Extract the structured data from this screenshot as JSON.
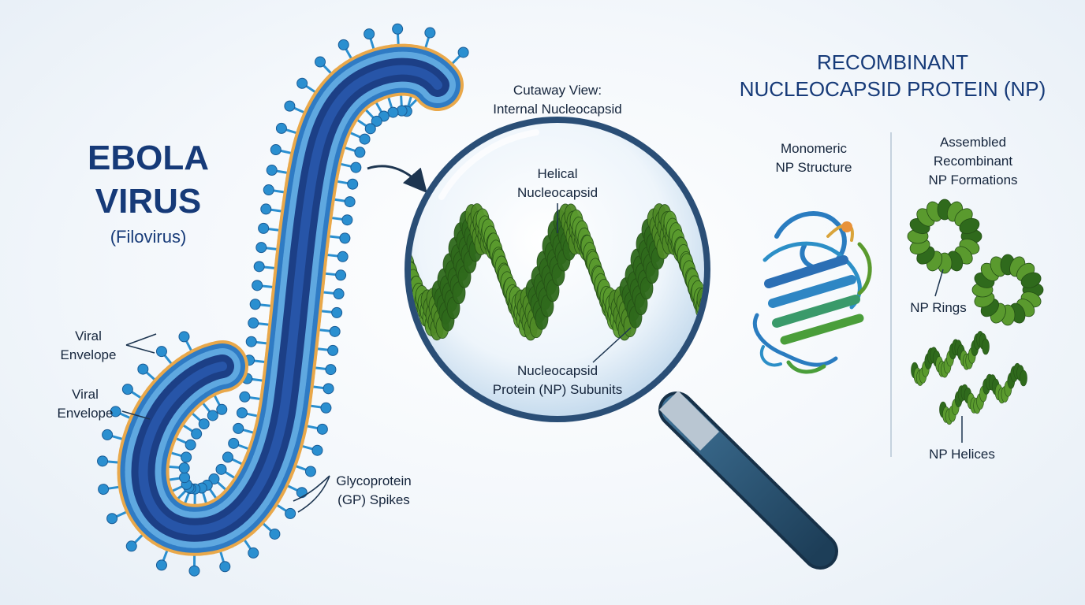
{
  "virus": {
    "title_line1": "EBOLA",
    "title_line2": "VIRUS",
    "subtitle": "(Filovirus)",
    "label_envelope_a_1": "Viral",
    "label_envelope_a_2": "Envelope",
    "label_envelope_b_1": "Viral",
    "label_envelope_b_2": "Envelope",
    "label_gp_1": "Glycoprotein",
    "label_gp_2": "(GP) Spikes"
  },
  "cutaway": {
    "title_1": "Cutaway View:",
    "title_2": "Internal Nucleocapsid",
    "helical_1": "Helical",
    "helical_2": "Nucleocapsid",
    "np_1": "Nucleocapsid",
    "np_2": "Protein (NP) Subunits"
  },
  "recombinant": {
    "title_1": "RECOMBINANT",
    "title_2": "NUCLEOCAPSID PROTEIN (NP)",
    "monomer_1": "Monomeric",
    "monomer_2": "NP Structure",
    "assembled_1": "Assembled",
    "assembled_2": "Recombinant",
    "assembled_3": "NP Formations",
    "rings": "NP Rings",
    "helices": "NP Helices"
  },
  "colors": {
    "title": "#163a78",
    "virus_core": "#1c4f9c",
    "virus_body": "#2f7bc4",
    "spike": "#2a8fd0",
    "spike_node": "#f2a536",
    "helix_green": "#5a9a2e",
    "helix_dark": "#2f6a1c",
    "helix_orange": "#d98a2a",
    "lens_rim": "#1f3f66",
    "handle": "#2d5878"
  }
}
